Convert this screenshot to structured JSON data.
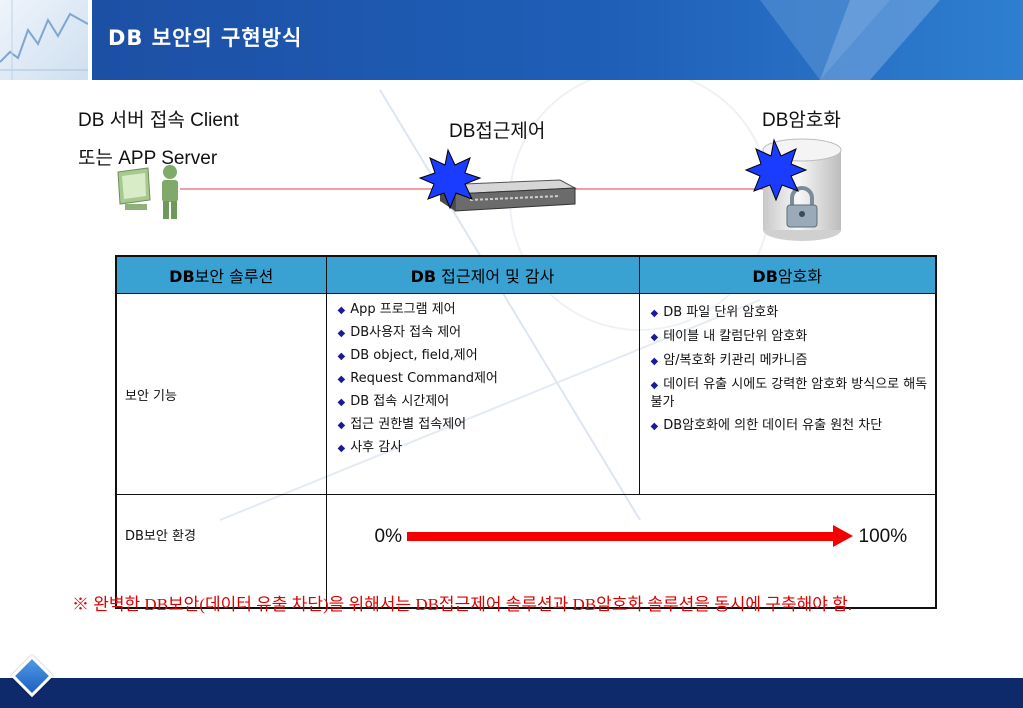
{
  "header": {
    "title": "DB 보안의 구현방식"
  },
  "diagram": {
    "client_label_line1": "DB 서버 접속 Client",
    "client_label_line2": "또는 APP Server",
    "access_control_label": "DB접근제어",
    "encryption_label": "DB암호화"
  },
  "table": {
    "headers": [
      {
        "bold": "DB",
        "rest": "보안 솔루션"
      },
      {
        "bold": "DB",
        "rest": " 접근제어 및 감사"
      },
      {
        "bold": "DB",
        "rest": "암호화"
      }
    ],
    "row_security_function": {
      "label": "보안 기능",
      "access_control_items": [
        "App 프로그램 제어",
        "DB사용자 접속 제어",
        "DB object, field,제어",
        "Request Command제어",
        "DB 접속 시간제어",
        "접근 권한별 접속제어",
        "사후 감사"
      ],
      "encryption_items": [
        "DB 파일 단위 암호화",
        "테이블 내 칼럼단위 암호화",
        "암/복호화 키관리 메카니즘",
        "데이터 유출 시에도 강력한 암호화 방식으로 해독 불가",
        "DB암호화에 의한 데이터 유출 원천 차단"
      ]
    },
    "row_environment": {
      "label": "DB보안 환경",
      "start_label": "0%",
      "end_label": "100%"
    }
  },
  "note": "※ 완벽한 DB보안(데이터 유출 차단)을 위해서는 DB접근제어 솔루션과 DB암호화 솔루션을 동시에 구축해야 함.",
  "colors": {
    "header_blue": "#1f5fb8",
    "table_header": "#3aa2d3",
    "arrow_red": "#f40000",
    "note_red": "#e00000",
    "footer_navy": "#0f2a6b"
  }
}
